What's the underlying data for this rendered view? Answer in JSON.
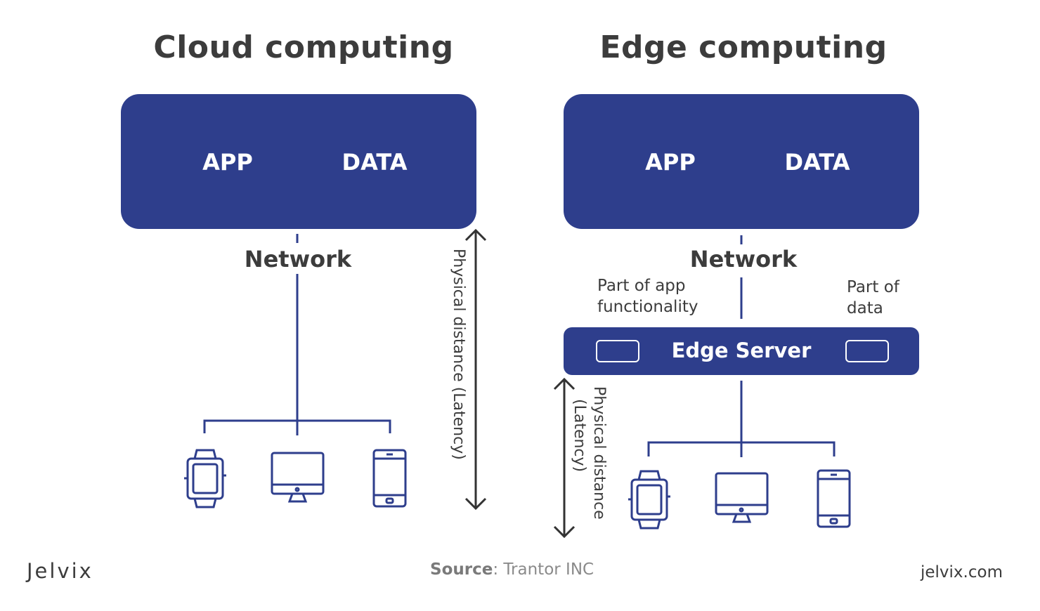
{
  "cloud": {
    "title": "Cloud computing",
    "app_label": "APP",
    "data_label": "DATA",
    "network_label": "Network",
    "distance_label": "Physical distance (Latency)",
    "devices": [
      "watch-icon",
      "desktop-icon",
      "phone-icon"
    ]
  },
  "edge": {
    "title": "Edge computing",
    "app_label": "APP",
    "data_label": "DATA",
    "network_label": "Network",
    "part_app_line1": "Part of app",
    "part_app_line2": "functionality",
    "part_data_line1": "Part of",
    "part_data_line2": "data",
    "edge_server_label": "Edge Server",
    "distance_line1": "Physical distance",
    "distance_line2": "(Latency)",
    "devices": [
      "watch-icon",
      "desktop-icon",
      "phone-icon"
    ]
  },
  "footer": {
    "logo": "Jelvix",
    "source_label": "Source",
    "source_value": ": Trantor INC",
    "url": "jelvix.com"
  },
  "colors": {
    "accent": "#2e3e8c",
    "text": "#3c3c3c",
    "muted": "#8a8a8a"
  }
}
